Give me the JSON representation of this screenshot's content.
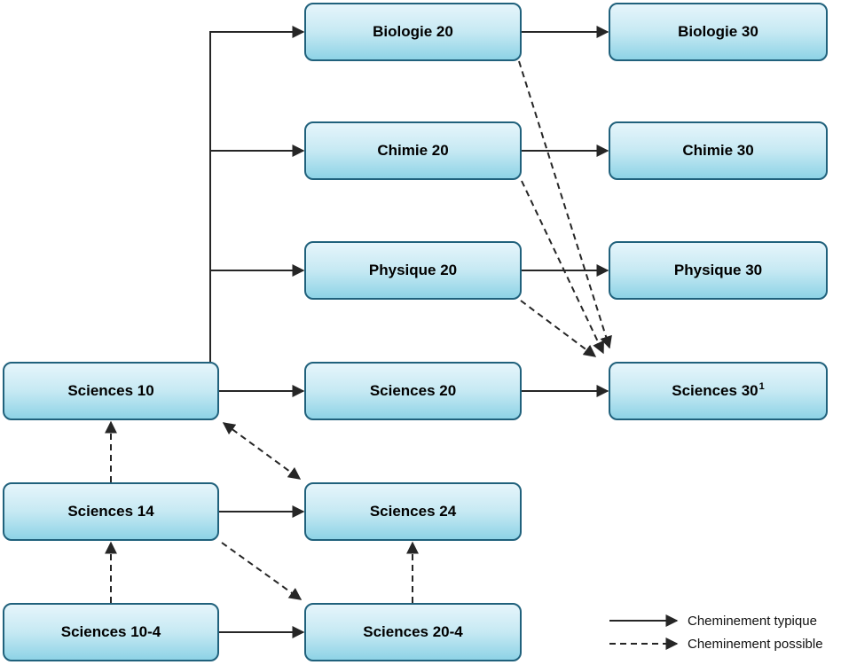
{
  "diagram": {
    "boxes": {
      "biologie20": {
        "label": "Biologie 20"
      },
      "biologie30": {
        "label": "Biologie 30"
      },
      "chimie20": {
        "label": "Chimie 20"
      },
      "chimie30": {
        "label": "Chimie 30"
      },
      "physique20": {
        "label": "Physique 20"
      },
      "physique30": {
        "label": "Physique 30"
      },
      "sciences10": {
        "label": "Sciences 10"
      },
      "sciences20": {
        "label": "Sciences 20"
      },
      "sciences30": {
        "label": "Sciences 30",
        "sup": "1"
      },
      "sciences14": {
        "label": "Sciences 14"
      },
      "sciences24": {
        "label": "Sciences 24"
      },
      "sciences10_4": {
        "label": "Sciences 10-4"
      },
      "sciences20_4": {
        "label": "Sciences 20-4"
      }
    },
    "edges": [
      {
        "from": "Sciences 10",
        "to": "Biologie 20",
        "type": "typique"
      },
      {
        "from": "Sciences 10",
        "to": "Chimie 20",
        "type": "typique"
      },
      {
        "from": "Sciences 10",
        "to": "Physique 20",
        "type": "typique"
      },
      {
        "from": "Sciences 10",
        "to": "Sciences 20",
        "type": "typique"
      },
      {
        "from": "Biologie 20",
        "to": "Biologie 30",
        "type": "typique"
      },
      {
        "from": "Chimie 20",
        "to": "Chimie 30",
        "type": "typique"
      },
      {
        "from": "Physique 20",
        "to": "Physique 30",
        "type": "typique"
      },
      {
        "from": "Sciences 20",
        "to": "Sciences 30",
        "type": "typique"
      },
      {
        "from": "Sciences 14",
        "to": "Sciences 24",
        "type": "typique"
      },
      {
        "from": "Sciences 10-4",
        "to": "Sciences 20-4",
        "type": "typique"
      },
      {
        "from": "Sciences 14",
        "to": "Sciences 10",
        "type": "possible"
      },
      {
        "from": "Sciences 10-4",
        "to": "Sciences 14",
        "type": "possible"
      },
      {
        "from": "Sciences 20-4",
        "to": "Sciences 24",
        "type": "possible"
      },
      {
        "from": "Sciences 10",
        "to": "Sciences 24",
        "type": "possible",
        "bidirectional": true
      },
      {
        "from": "Sciences 14",
        "to": "Sciences 20-4",
        "type": "possible"
      },
      {
        "from": "Biologie 20",
        "to": "Sciences 30",
        "type": "possible"
      },
      {
        "from": "Chimie 20",
        "to": "Sciences 30",
        "type": "possible"
      },
      {
        "from": "Physique 20",
        "to": "Sciences 30",
        "type": "possible"
      }
    ]
  },
  "legend": {
    "typique": "Cheminement typique",
    "possible": "Cheminement possible"
  },
  "colors": {
    "box-top": "#e6f5fb",
    "box-mid": "#c6e9f3",
    "box-bottom": "#8ed3e6",
    "box-border": "#20617c",
    "line": "#262626",
    "text": "#000000"
  }
}
